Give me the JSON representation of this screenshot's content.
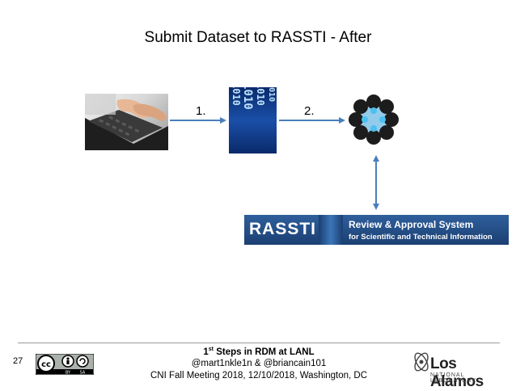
{
  "slide": {
    "title": "Submit Dataset to RASSTI - After",
    "page_number": "27"
  },
  "diagram": {
    "step1_label": "1.",
    "step2_label": "2.",
    "nodes": [
      {
        "id": "user-laptop",
        "icon": "typing-on-laptop-photo"
      },
      {
        "id": "dataset",
        "icon": "binary-data-image",
        "text": "1010"
      },
      {
        "id": "repository",
        "icon": "connected-dots-logo"
      },
      {
        "id": "rassti",
        "icon": "rassti-banner"
      }
    ],
    "arrow_color": "#4a7ebb"
  },
  "rassti_banner": {
    "logo_text": "RASSTI",
    "line1": "Review & Approval System",
    "line2": "for Scientific and Technical Information"
  },
  "footer": {
    "line1_sup": "st",
    "line1_rest": " Steps in RDM at LANL",
    "line1_num": "1",
    "line2": "@mart1nkle1n & @briancain101",
    "line3": "CNI Fall Meeting 2018, 12/10/2018, Washington, DC",
    "license_icon": "cc-by-sa-badge",
    "license_by": "BY",
    "license_sa": "SA",
    "lab_logo": "Los Alamos",
    "lab_sub": "NATIONAL LABORATORY"
  }
}
